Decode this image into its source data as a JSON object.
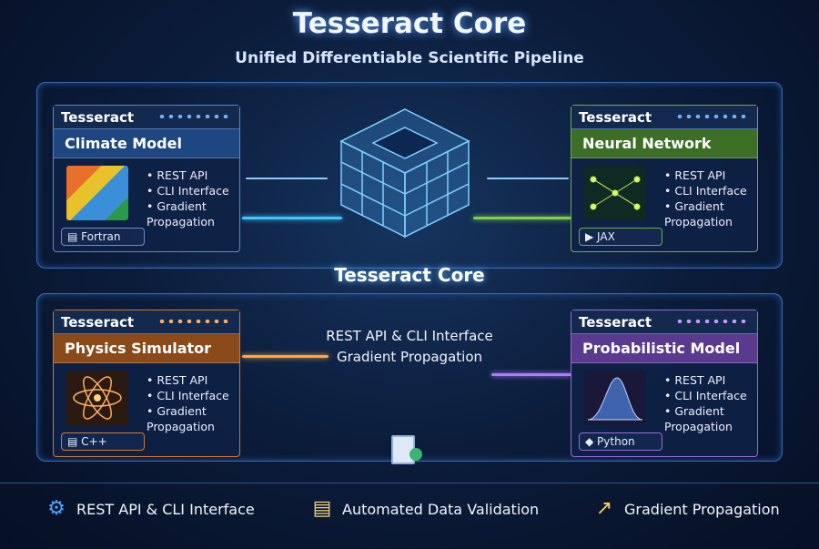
{
  "header": {
    "title": "Tesseract Core",
    "subtitle": "Unified Differentiable Scientific Pipeline"
  },
  "core_label": "Tesseract Core",
  "center_labels": [
    "REST API & CLI Interface",
    "Gradient Propagation"
  ],
  "cards": [
    {
      "header": "Tesseract",
      "name": "Climate Model",
      "features": [
        "REST API",
        "CLI Interface",
        "Gradient Propagation"
      ],
      "language": "Fortran",
      "accent": "#2d6fb8"
    },
    {
      "header": "Tesseract",
      "name": "Neural Network",
      "features": [
        "REST API",
        "CLI Interface",
        "Gradient Propagation"
      ],
      "language": "JAX",
      "accent": "#4c8a2e"
    },
    {
      "header": "Tesseract",
      "name": "Physics Simulator",
      "features": [
        "REST API",
        "CLI Interface",
        "Gradient Propagation"
      ],
      "language": "C++",
      "accent": "#b8621c"
    },
    {
      "header": "Tesseract",
      "name": "Probabilistic Model",
      "features": [
        "REST API",
        "CLI Interface",
        "Gradient Propagation"
      ],
      "language": "Python",
      "accent": "#6e4aa8"
    }
  ],
  "footer": [
    {
      "label": "REST API & CLI Interface",
      "icon": "gear-network-icon"
    },
    {
      "label": "Automated Data Validation",
      "icon": "document-icon"
    },
    {
      "label": "Gradient Propagation",
      "icon": "chart-icon"
    }
  ]
}
